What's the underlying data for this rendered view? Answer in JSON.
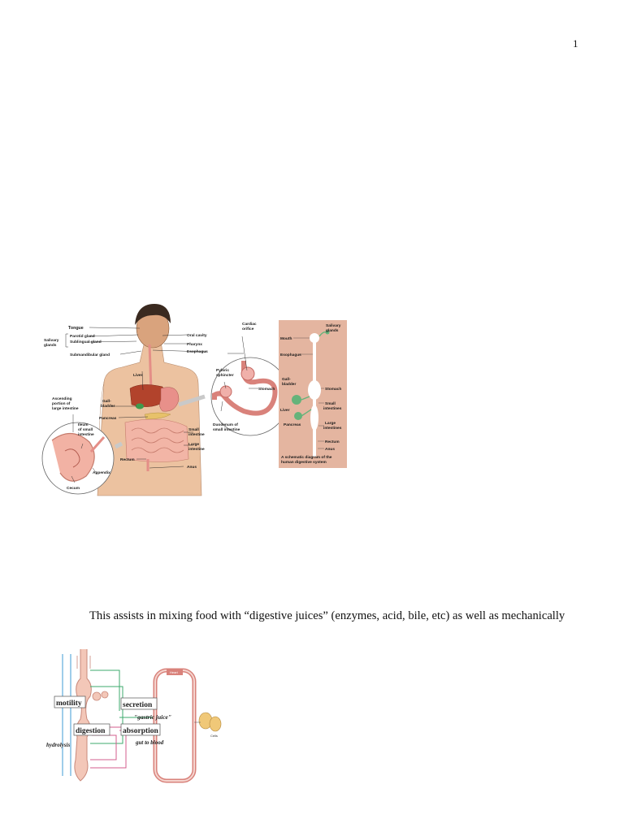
{
  "page": {
    "number": "1"
  },
  "anatomy": {
    "labels": {
      "tongue": "Tongue",
      "parotid": "Parotid gland",
      "sublingual": "Sublingual gland",
      "salivary": "Salivary",
      "glands": "glands",
      "submandibular": "Submandibular gland",
      "oral_cavity": "Oral cavity",
      "pharynx": "Pharynx",
      "esophagus": "Esophagus",
      "cardiac": "Cardiac",
      "orifice": "orifice",
      "pyloric": "Pyloric",
      "sphincter": "sphincter",
      "stomach": "Stomach",
      "liver": "Liver",
      "gall": "Gall-",
      "bladder": "bladder",
      "pancreas": "Pancreas",
      "ascending": "Ascending",
      "portion_of": "portion of",
      "large_intestine": "large intestine",
      "ileum": "Ileum",
      "of_small": "of small",
      "intestine": "intestine",
      "small": "Small",
      "large": "Large",
      "duodenum": "Duodenum of",
      "small_intestine": "small intestine",
      "appendix": "Appendix",
      "rectum": "Rectum",
      "anus": "Anus",
      "cecum": "Cecum"
    }
  },
  "schematic": {
    "labels": {
      "mouth": "Mouth",
      "salivary": "Salivary",
      "glands": "glands",
      "esophagus": "Esophagus",
      "gall": "Gall-",
      "bladder": "bladder",
      "stomach": "Stomach",
      "liver": "Liver",
      "small": "Small",
      "intestines": "intestines",
      "pancreas": "Pancreas",
      "large": "Large",
      "rectum": "Rectum",
      "anus": "Anus",
      "caption1": "A schematic diagram of the",
      "caption2": "human digestive system"
    }
  },
  "body": {
    "text": "This assists in mixing food with “digestive juices” (enzymes, acid, bile, etc) as well as mechanically"
  },
  "flow": {
    "motility": "motility",
    "secretion": "secretion",
    "gastric_juice": "\"gastric juice\"",
    "digestion": "digestion",
    "absorption": "absorption",
    "hydrolysis": "hydrolysis",
    "gut_to_blood": "gut to blood",
    "heart": "Heart",
    "cells": "Cells"
  }
}
